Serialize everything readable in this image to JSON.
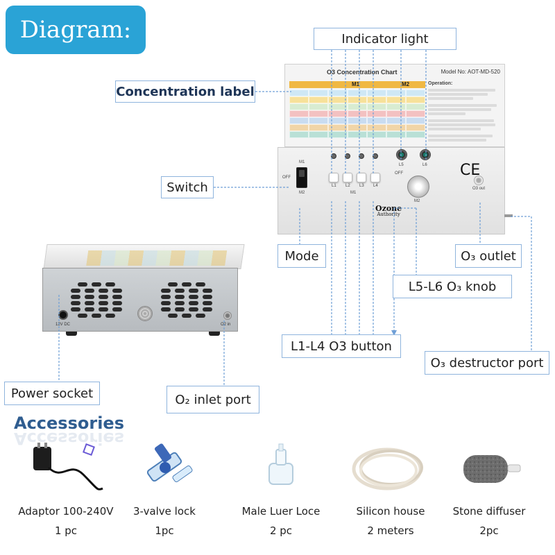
{
  "title": "Diagram:",
  "callouts": {
    "indicator_light": "Indicator light",
    "concentration_label": "Concentration label",
    "switch": "Switch",
    "mode": "Mode",
    "o3_outlet": "O₃ outlet",
    "l5_l6_knob": "L5-L6 O₃ knob",
    "l1_l4_button": "L1-L4 O3 button",
    "o3_destructor_port": "O₃ destructor port",
    "power_socket": "Power socket",
    "o2_inlet_port": "O₂ inlet port"
  },
  "device_front": {
    "chart_title": "O3 Concentration Chart",
    "model": "Model No: AOT-MD-520",
    "m1": "M1",
    "m2": "M2",
    "operation": "Operation:",
    "ce_mark": "CE",
    "switch_labels": {
      "m1": "M1",
      "off": "OFF",
      "m2": "M2"
    },
    "button_labels": [
      "L1",
      "L2",
      "L3",
      "L4"
    ],
    "mode_label": "M1",
    "knob_labels": {
      "l5": "L5",
      "l6": "L6",
      "off": "OFF",
      "m2": "M2"
    },
    "o3_out_label": "O3 out",
    "logo_line1": "Ozone",
    "logo_line2": "Authority",
    "grid_colors": [
      "#cfe8f5",
      "#f7e19a",
      "#d8ecd1",
      "#f3c1c1",
      "#c9dcf0",
      "#f1d5a8",
      "#b9e0d6"
    ]
  },
  "device_back": {
    "power_label": "12V DC",
    "o2_label": "O2 in"
  },
  "accessories": {
    "title": "Accessories",
    "items": [
      {
        "name": "Adaptor 100-240V",
        "qty": "1 pc",
        "icon": "power-adapter-icon"
      },
      {
        "name": "3-valve lock",
        "qty": "1pc",
        "icon": "valve-icon"
      },
      {
        "name": "Male Luer Loce",
        "qty": "2 pc",
        "icon": "luer-connector-icon"
      },
      {
        "name": "Silicon house",
        "qty": "2 meters",
        "icon": "tubing-icon"
      },
      {
        "name": "Stone diffuser",
        "qty": "2pc",
        "icon": "stone-diffuser-icon"
      }
    ]
  }
}
